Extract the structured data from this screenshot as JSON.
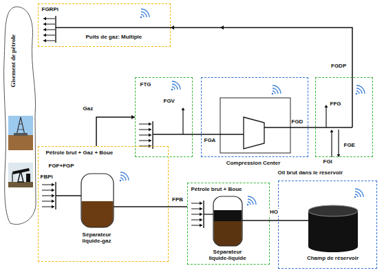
{
  "diagram": {
    "nodes": [
      {
        "text": [
          "Gisement de pétrole"
        ]
      },
      {
        "text": [
          "FGRPi",
          "Puits de gaz: Multiple"
        ]
      },
      {
        "text": [
          "FTG",
          "FGV"
        ]
      },
      {
        "text": [
          "FGA",
          "FGD",
          "Compression Center"
        ]
      },
      {
        "text": [
          "FFG",
          "FGE",
          "FGI"
        ]
      },
      {
        "text": [
          "Pétrole brut + Gaz + Boue",
          "FGF+FGP",
          "FBPi",
          "Séparateur liquide-gaz"
        ]
      },
      {
        "text": [
          "Pétrole brut + Boue",
          "Séparateur liquide-liquide"
        ]
      },
      {
        "text": [
          "Oil brut dans le réservoir",
          "Champ de réservoir"
        ]
      }
    ],
    "edges": [
      {
        "from": 5,
        "to": 2,
        "label": "Gaz",
        "arrow": "to"
      },
      {
        "from": 2,
        "to": 3,
        "arrow": "none"
      },
      {
        "from": 3,
        "to": 4,
        "arrow": "none"
      },
      {
        "from": 4,
        "to": 1,
        "label": "FGDP",
        "arrow": "to"
      },
      {
        "from": 5,
        "to": 6,
        "label": "FPB",
        "arrow": "none"
      },
      {
        "from": 6,
        "to": 7,
        "label": "HO",
        "arrow": "none"
      }
    ]
  }
}
